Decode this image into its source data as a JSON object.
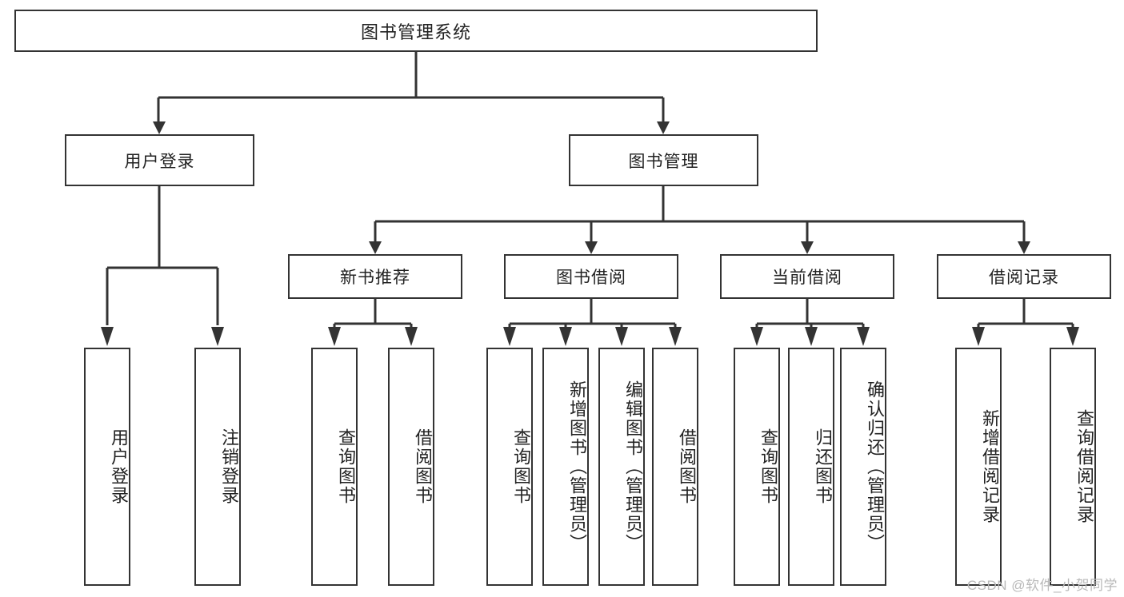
{
  "diagram": {
    "type": "tree",
    "title": "图书管理系统",
    "root": {
      "label": "图书管理系统"
    },
    "level2": [
      {
        "label": "用户登录"
      },
      {
        "label": "图书管理"
      }
    ],
    "level3": [
      {
        "label": "新书推荐"
      },
      {
        "label": "图书借阅"
      },
      {
        "label": "当前借阅"
      },
      {
        "label": "借阅记录"
      }
    ],
    "leaves": {
      "user_login": [
        {
          "label": "用户登录"
        },
        {
          "label": "注销登录"
        }
      ],
      "new_book_recommend": [
        {
          "label": "查询图书"
        },
        {
          "label": "借阅图书"
        }
      ],
      "book_borrow": [
        {
          "label": "查询图书"
        },
        {
          "label": "新增图书（管理员）"
        },
        {
          "label": "编辑图书（管理员）"
        },
        {
          "label": "借阅图书"
        }
      ],
      "current_borrow": [
        {
          "label": "查询图书"
        },
        {
          "label": "归还图书"
        },
        {
          "label": "确认归还（管理员）"
        }
      ],
      "borrow_record": [
        {
          "label": "新增借阅记录"
        },
        {
          "label": "查询借阅记录"
        }
      ]
    }
  },
  "watermark": {
    "text": "CSDN @软件_小贺同学"
  },
  "colors": {
    "node_border": "#333333",
    "node_fill": "#ffffff",
    "connector": "#333333",
    "text": "#222222",
    "watermark": "#b9b9b9"
  }
}
